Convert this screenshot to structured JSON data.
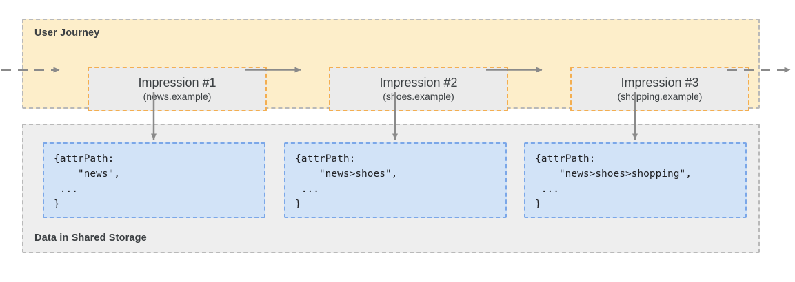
{
  "journey": {
    "label": "User Journey",
    "impressions": [
      {
        "title": "Impression #1",
        "subtitle": "(news.example)"
      },
      {
        "title": "Impression #2",
        "subtitle": "(shoes.example)"
      },
      {
        "title": "Impression #3",
        "subtitle": "(shopping.example)"
      }
    ]
  },
  "storage": {
    "label": "Data in Shared Storage",
    "entries": [
      {
        "code": "{attrPath:\n    \"news\",\n ...\n}"
      },
      {
        "code": "{attrPath:\n    \"news>shoes\",\n ...\n}"
      },
      {
        "code": "{attrPath:\n    \"news>shoes>shopping\",\n ...\n}"
      }
    ]
  },
  "colors": {
    "journey_background": "#fdeeca",
    "storage_background": "#eeeeee",
    "section_border": "#b9b9b9",
    "impression_background": "#ebebeb",
    "impression_border": "#f3ae51",
    "code_background": "#d2e3f7",
    "code_border": "#7ba7e8",
    "arrow": "#8a8a8a",
    "text": "#3c4043"
  }
}
